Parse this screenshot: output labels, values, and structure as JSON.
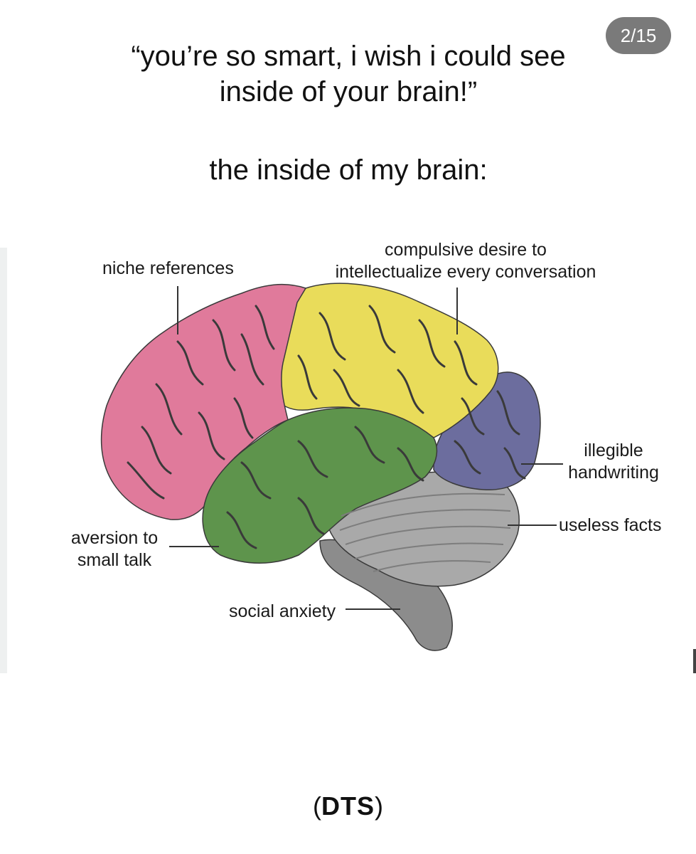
{
  "slide": {
    "counter": "2/15"
  },
  "headline": {
    "line1": "“you’re so smart, i wish i could see",
    "line2": "inside of your brain!”",
    "subline": "the inside of my brain:"
  },
  "labels": {
    "niche": "niche references",
    "compulsive_1": "compulsive desire to",
    "compulsive_2": "intellectualize every conversation",
    "illegible_1": "illegible",
    "illegible_2": "handwriting",
    "useless": "useless facts",
    "aversion_1": "aversion to",
    "aversion_2": "small talk",
    "social": "social anxiety"
  },
  "logo": {
    "open": "(",
    "text": "DTS",
    "close": ")"
  },
  "colors": {
    "counter_bg": "#7a7a7a",
    "counter_text": "#ffffff",
    "frontal": "#e07a9b",
    "parietal": "#e9dc5a",
    "temporal": "#5e944c",
    "occipital": "#6c6d9e",
    "cerebellum": "#a9a9a9",
    "brainstem": "#8c8c8c",
    "groove": "#3a3a3a",
    "leader": "#333333"
  }
}
